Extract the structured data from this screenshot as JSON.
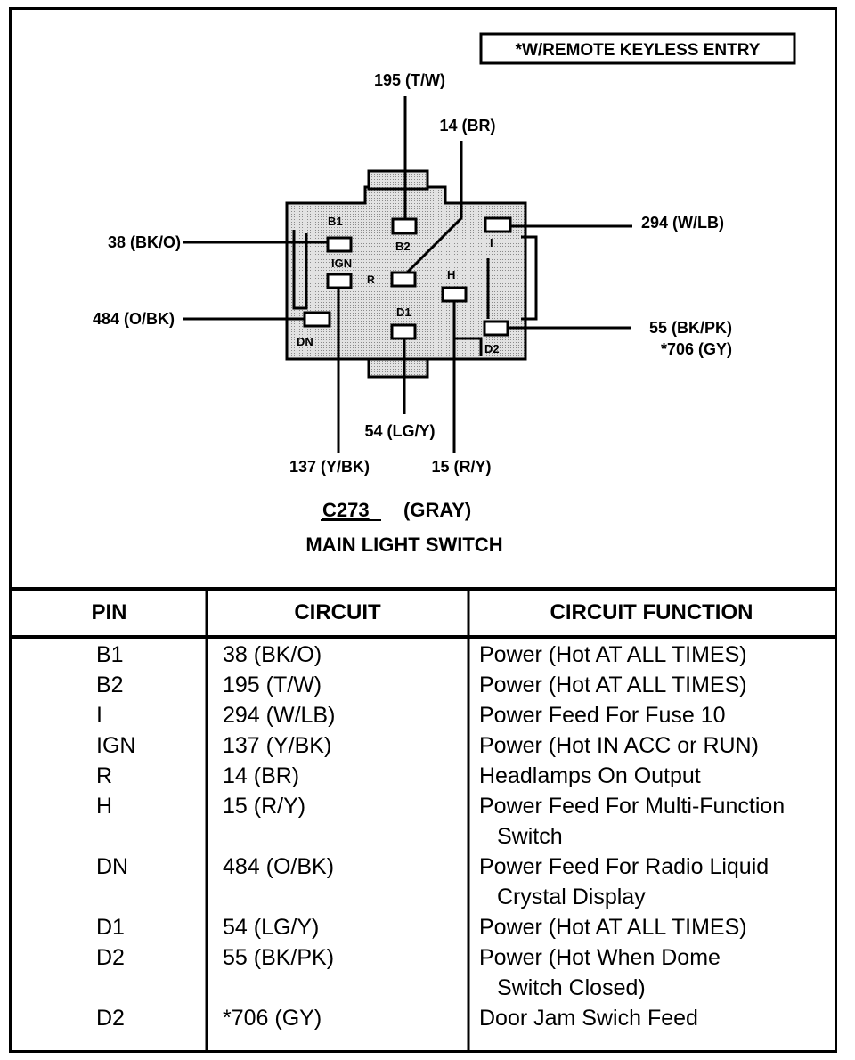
{
  "note": "*W/REMOTE KEYLESS ENTRY",
  "connector": {
    "id": "C273",
    "color": "(GRAY)",
    "name": "MAIN LIGHT SWITCH"
  },
  "pins": {
    "B1": "B1",
    "B2": "B2",
    "I": "I",
    "IGN": "IGN",
    "R": "R",
    "H": "H",
    "D1": "D1",
    "DN": "DN",
    "D2": "D2"
  },
  "wires": {
    "w195": "195 (T/W)",
    "w14": "14 (BR)",
    "w294": "294 (W/LB)",
    "w38": "38 (BK/O)",
    "w484": "484 (O/BK)",
    "w55": "55 (BK/PK)",
    "w706": "*706 (GY)",
    "w54": "54 (LG/Y)",
    "w137": "137 (Y/BK)",
    "w15": "15 (R/Y)"
  },
  "table": {
    "headers": {
      "pin": "PIN",
      "circuit": "CIRCUIT",
      "function": "CIRCUIT FUNCTION"
    },
    "rows": [
      {
        "pin": "B1",
        "circuit": "38 (BK/O)",
        "f1": "Power (Hot AT ALL TIMES)",
        "f2": ""
      },
      {
        "pin": "B2",
        "circuit": "195 (T/W)",
        "f1": "Power (Hot AT ALL TIMES)",
        "f2": ""
      },
      {
        "pin": "I",
        "circuit": "294 (W/LB)",
        "f1": "Power Feed For Fuse 10",
        "f2": ""
      },
      {
        "pin": "IGN",
        "circuit": "137 (Y/BK)",
        "f1": "Power (Hot IN ACC or RUN)",
        "f2": ""
      },
      {
        "pin": "R",
        "circuit": "14 (BR)",
        "f1": "Headlamps On Output",
        "f2": ""
      },
      {
        "pin": "H",
        "circuit": "15 (R/Y)",
        "f1": "Power Feed For Multi-Function",
        "f2": "Switch"
      },
      {
        "pin": "DN",
        "circuit": "484 (O/BK)",
        "f1": "Power Feed For Radio Liquid",
        "f2": "Crystal Display"
      },
      {
        "pin": "D1",
        "circuit": "54 (LG/Y)",
        "f1": "Power (Hot AT ALL TIMES)",
        "f2": ""
      },
      {
        "pin": "D2",
        "circuit": "55 (BK/PK)",
        "f1": "Power (Hot When Dome",
        "f2": "Switch Closed)"
      },
      {
        "pin": "D2",
        "circuit": "*706 (GY)",
        "f1": "Door Jam Swich Feed",
        "f2": ""
      }
    ]
  }
}
